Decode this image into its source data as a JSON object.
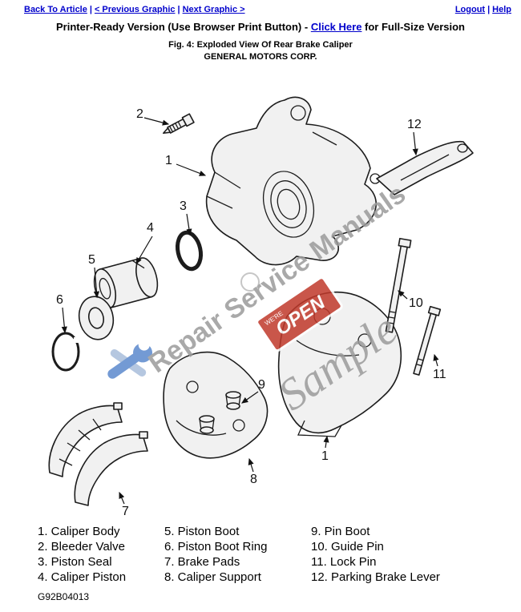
{
  "nav": {
    "back_to_article": "Back To Article",
    "previous_graphic": "< Previous Graphic",
    "next_graphic": "Next Graphic >",
    "logout": "Logout",
    "help": "Help",
    "separator": "|"
  },
  "header": {
    "printer_ready_prefix": "Printer-Ready Version (Use Browser Print Button) - ",
    "click_here_label": "Click Here",
    "printer_ready_suffix": " for Full-Size Version",
    "figure_caption": "Fig. 4: Exploded View Of Rear Brake Caliper",
    "manufacturer": "GENERAL MOTORS CORP."
  },
  "diagram": {
    "callouts": [
      {
        "label": "2",
        "part": "bleeder-valve"
      },
      {
        "label": "12",
        "part": "parking-brake-lever"
      },
      {
        "label": "1",
        "part": "caliper-body"
      },
      {
        "label": "3",
        "part": "piston-seal"
      },
      {
        "label": "4",
        "part": "caliper-piston"
      },
      {
        "label": "5",
        "part": "piston-boot"
      },
      {
        "label": "6",
        "part": "piston-boot-ring"
      },
      {
        "label": "10",
        "part": "guide-pin"
      },
      {
        "label": "11",
        "part": "lock-pin"
      },
      {
        "label": "9",
        "part": "pin-boot"
      },
      {
        "label": "8",
        "part": "caliper-support"
      },
      {
        "label": "1",
        "part": "caliper-body"
      },
      {
        "label": "7",
        "part": "brake-pads"
      }
    ],
    "watermark": {
      "line1": "Repair Service Manuals",
      "line2": "Sample",
      "open_sign_small": "WE'RE",
      "open_sign": "OPEN"
    }
  },
  "legend": {
    "columns": [
      {
        "items": [
          "1. Caliper Body",
          "2. Bleeder Valve",
          "3. Piston Seal",
          "4. Caliper Piston"
        ]
      },
      {
        "items": [
          "5. Piston Boot",
          "6. Piston Boot Ring",
          "7. Brake Pads",
          "8. Caliper Support"
        ]
      },
      {
        "items": [
          "9. Pin Boot",
          "10. Guide Pin",
          "11. Lock Pin",
          "12. Parking Brake Lever"
        ]
      }
    ]
  },
  "footer": {
    "figure_id": "G92B04013"
  },
  "colors": {
    "link_blue": "#0000cc",
    "watermark_gray": "#9b9b9b",
    "open_sign_red": "#c0392b",
    "tools_blue": "#4a7cc7"
  }
}
